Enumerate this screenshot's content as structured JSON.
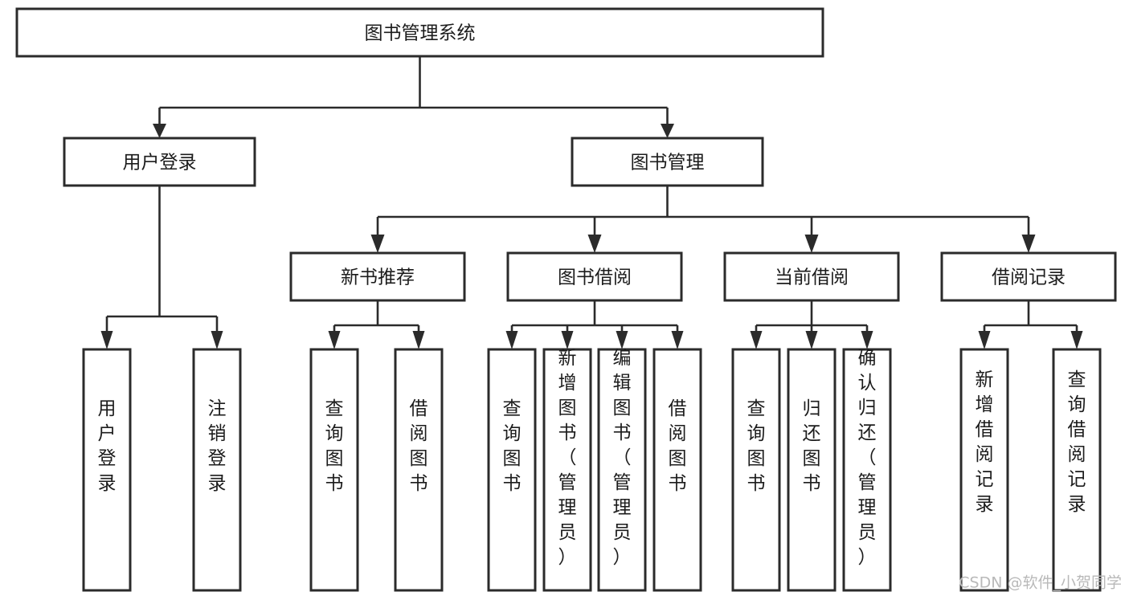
{
  "diagram": {
    "title": "图书管理系统",
    "type": "tree",
    "orientation": "top-down",
    "colors": {
      "box_stroke": "#2b2b2b",
      "box_fill": "#ffffff",
      "line": "#2b2b2b",
      "text": "#1c1c1c",
      "background": "#ffffff",
      "watermark": "#b9b9b9"
    },
    "nodes": {
      "root": {
        "label": "图书管理系统",
        "orientation": "horizontal"
      },
      "level2": [
        {
          "label": "用户登录",
          "orientation": "horizontal"
        },
        {
          "label": "图书管理",
          "orientation": "horizontal"
        }
      ],
      "level3": [
        {
          "label": "新书推荐",
          "orientation": "horizontal"
        },
        {
          "label": "图书借阅",
          "orientation": "horizontal"
        },
        {
          "label": "当前借阅",
          "orientation": "horizontal"
        },
        {
          "label": "借阅记录",
          "orientation": "horizontal"
        }
      ],
      "leaves": {
        "user_login": [
          {
            "label": "用户登录",
            "orientation": "vertical"
          },
          {
            "label": "注销登录",
            "orientation": "vertical"
          }
        ],
        "new_book_recommend": [
          {
            "label": "查询图书",
            "orientation": "vertical"
          },
          {
            "label": "借阅图书",
            "orientation": "vertical"
          }
        ],
        "book_borrow": [
          {
            "label": "查询图书",
            "orientation": "vertical"
          },
          {
            "label": "新增图书（管理员）",
            "orientation": "vertical"
          },
          {
            "label": "编辑图书（管理员）",
            "orientation": "vertical"
          },
          {
            "label": "借阅图书",
            "orientation": "vertical"
          }
        ],
        "current_borrow": [
          {
            "label": "查询图书",
            "orientation": "vertical"
          },
          {
            "label": "归还图书",
            "orientation": "vertical"
          },
          {
            "label": "确认归还（管理员）",
            "orientation": "vertical"
          }
        ],
        "borrow_record": [
          {
            "label": "新增借阅记录",
            "orientation": "vertical"
          },
          {
            "label": "查询借阅记录",
            "orientation": "vertical"
          }
        ]
      }
    },
    "watermark": "CSDN @软件_小贺同学"
  }
}
